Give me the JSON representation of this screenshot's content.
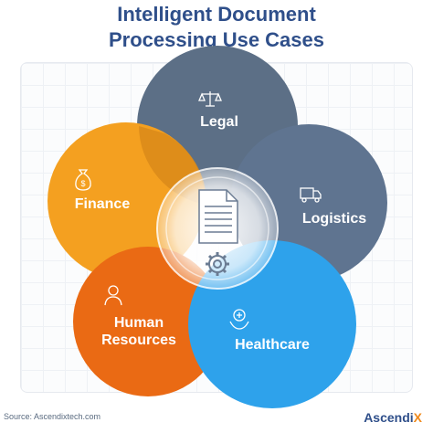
{
  "header": {
    "title_line1": "Intelligent Document",
    "title_line2": "Processing Use Cases"
  },
  "petals": [
    {
      "label": "Legal",
      "icon": "scales-icon",
      "color": "#5c6f86"
    },
    {
      "label": "Logistics",
      "icon": "truck-icon",
      "color": "#5f7490"
    },
    {
      "label": "Healthcare",
      "icon": "medical-hands-icon",
      "color": "#2ea2eb"
    },
    {
      "label": "Human Resources",
      "label_line1": "Human",
      "label_line2": "Resources",
      "icon": "person-icon",
      "color": "#ea6a14"
    },
    {
      "label": "Finance",
      "icon": "money-bag-icon",
      "color": "#f4a020"
    }
  ],
  "center": {
    "icons": [
      "document-icon",
      "gear-icon"
    ]
  },
  "footer": {
    "source": "Source: Ascendixtech.com",
    "brand_main": "Ascendi",
    "brand_accent": "X"
  }
}
